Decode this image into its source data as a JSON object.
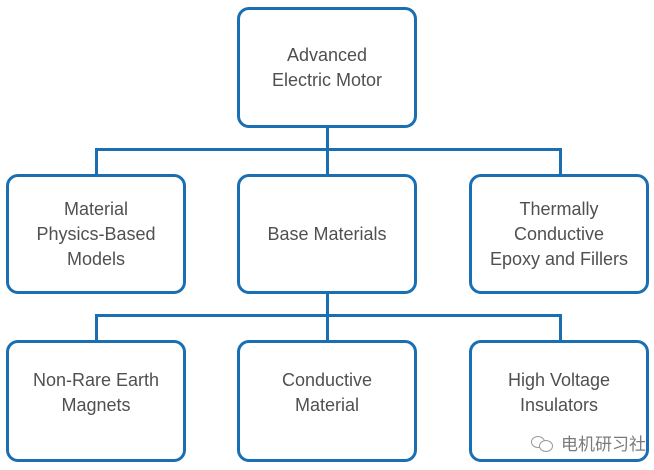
{
  "diagram": {
    "root": {
      "label": "Advanced\nElectric Motor"
    },
    "level1": [
      {
        "label": "Material\nPhysics-Based\nModels"
      },
      {
        "label": "Base Materials"
      },
      {
        "label": "Thermally\nConductive\nEpoxy and Fillers"
      }
    ],
    "level2": [
      {
        "label": "Non-Rare Earth\nMagnets"
      },
      {
        "label": "Conductive\nMaterial"
      },
      {
        "label": "High Voltage\nInsulators"
      }
    ],
    "colors": {
      "border": "#1a6fb3",
      "text": "#505050"
    }
  },
  "watermark": {
    "icon": "wechat-icon",
    "text": "电机研习社"
  }
}
